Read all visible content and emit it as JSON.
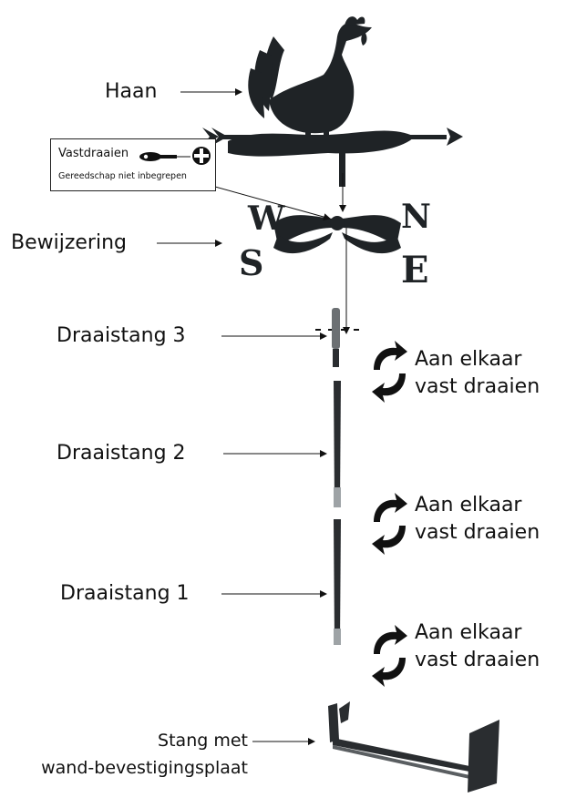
{
  "labels": {
    "rooster": "Haan",
    "directions": "Bewijzering",
    "rod3": "Draaistang 3",
    "rod2": "Draaistang 2",
    "rod1": "Draaistang 1",
    "mount_line1": "Stang met",
    "mount_line2": "wand-bevestigingsplaat"
  },
  "tool_note": {
    "title": "Vastdraaien",
    "subtitle": "Gereedschap niet inbegrepen"
  },
  "joints": [
    {
      "line1": "Aan elkaar",
      "line2": "vast draaien"
    },
    {
      "line1": "Aan elkaar",
      "line2": "vast draaien"
    },
    {
      "line1": "Aan elkaar",
      "line2": "vast draaien"
    }
  ],
  "compass_letters": [
    "W",
    "S",
    "N",
    "E"
  ],
  "colors": {
    "silhouette": "#1f2326",
    "rod": "#3a3d40",
    "arrow": "#111111"
  }
}
